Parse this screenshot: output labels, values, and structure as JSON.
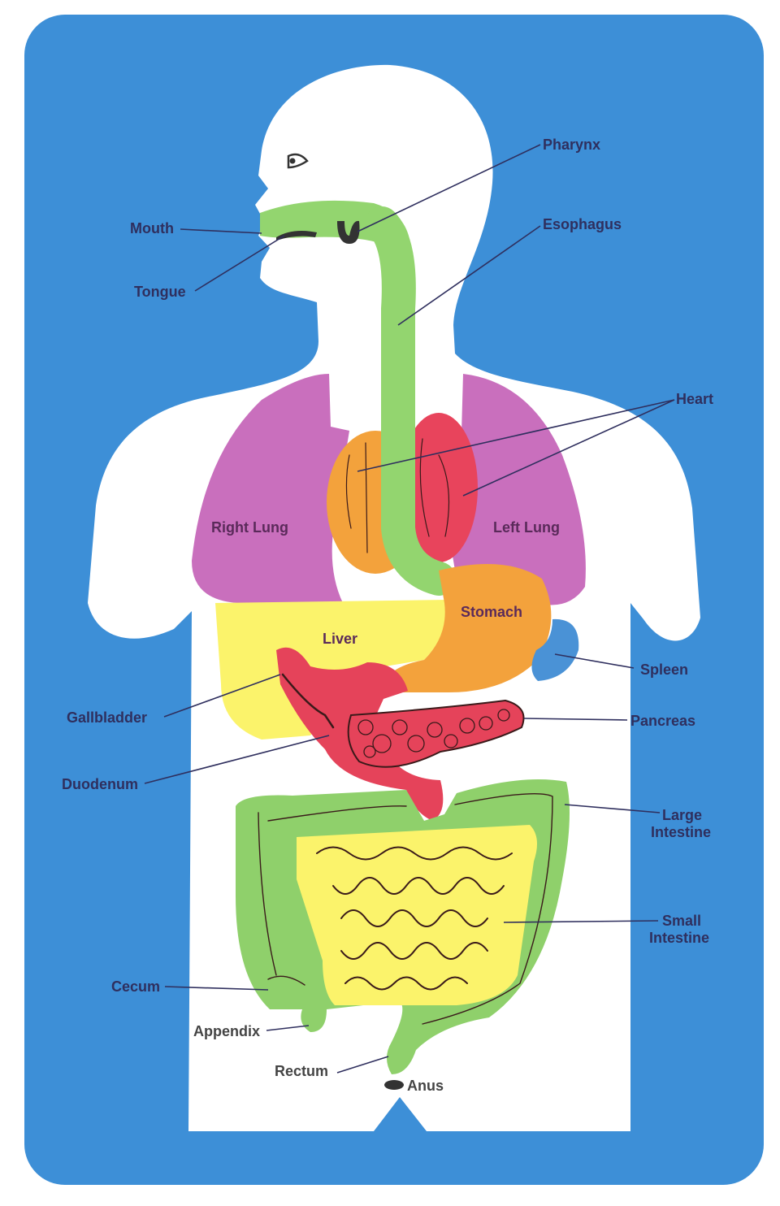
{
  "title": "Human Digestive System",
  "colors": {
    "board": "#3d8fd7",
    "body": "#ffffff",
    "lung": "#c96fbd",
    "heart_right": "#f3a23c",
    "heart_left": "#e8445c",
    "esophagus": "#93d56f",
    "liver": "#fbf36b",
    "stomach": "#f3a23c",
    "spleen": "#4a92d6",
    "duodenum": "#e5435a",
    "large_intestine": "#8fd06b",
    "small_intestine": "#fbf36b",
    "text": "#2f2f5e"
  },
  "labels": {
    "pharynx": "Pharynx",
    "mouth": "Mouth",
    "esophagus": "Esophagus",
    "tongue": "Tongue",
    "heart": "Heart",
    "right_lung": "Right Lung",
    "left_lung": "Left Lung",
    "stomach": "Stomach",
    "liver": "Liver",
    "spleen": "Spleen",
    "gallbladder": "Gallbladder",
    "pancreas": "Pancreas",
    "duodenum": "Duodenum",
    "large_intestine": [
      "Large",
      "Intestine"
    ],
    "small_intestine": [
      "Small",
      "Intestine"
    ],
    "cecum": "Cecum",
    "appendix": "Appendix",
    "rectum": "Rectum",
    "anus": "Anus"
  }
}
